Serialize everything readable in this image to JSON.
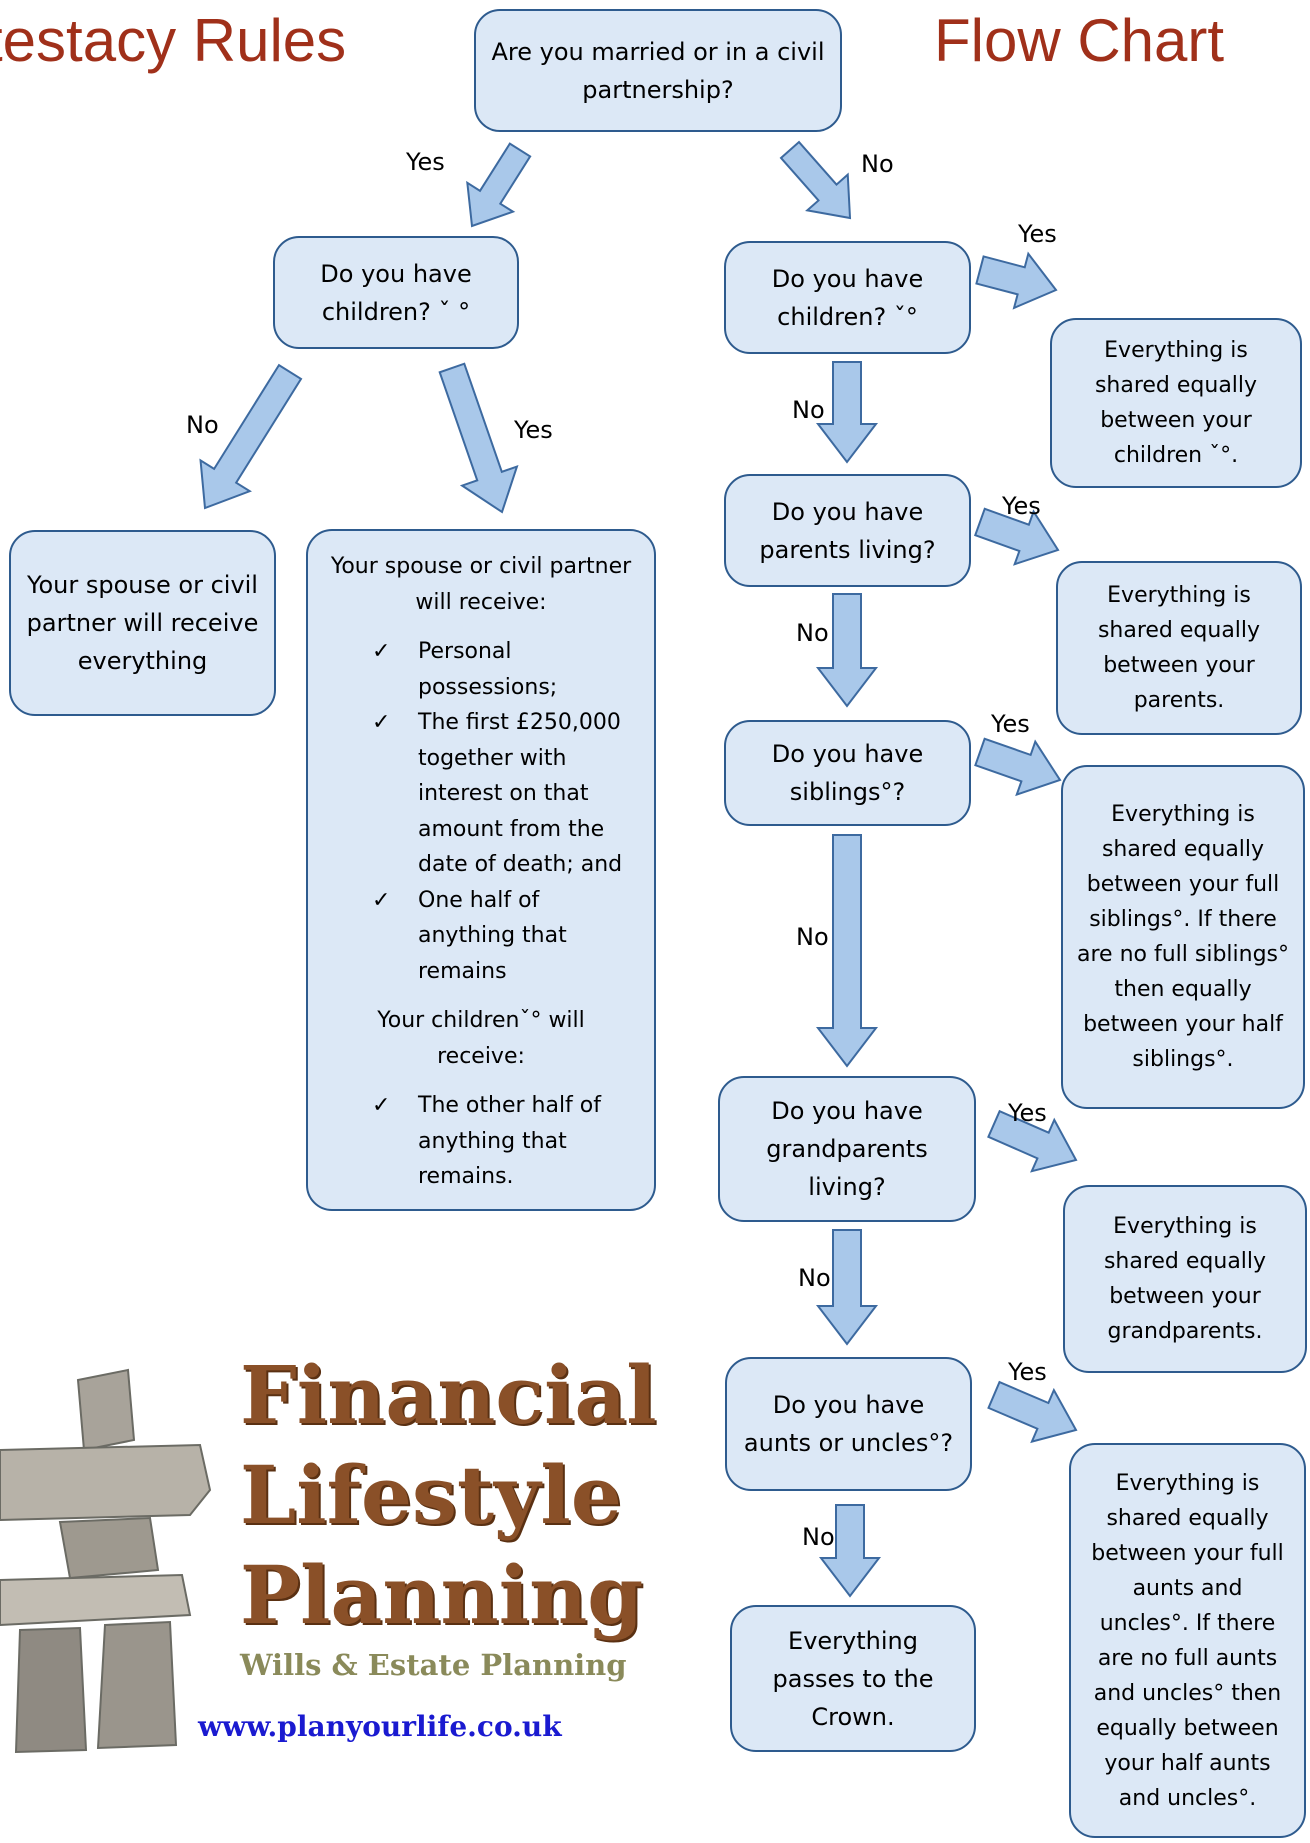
{
  "title_left": "testacy Rules",
  "title_right": "Flow Chart",
  "q_married": "Are you married or in a civil partnership?",
  "left": {
    "yes": "Yes",
    "q_children": "Do you have children? ˇ °",
    "no": "No",
    "yes2": "Yes",
    "spouse_all": "Your spouse or civil partner will receive everything",
    "detail": {
      "head": "Your spouse or civil partner will receive:",
      "items": [
        "Personal possessions;",
        "The first £250,000 together with interest on that amount from the date of death; and",
        "One half of anything that remains"
      ],
      "head2": "Your childrenˇ° will receive:",
      "items2": [
        "The other half of anything that remains."
      ]
    }
  },
  "right": {
    "no": "No",
    "steps": [
      {
        "q": "Do you have children? ˇ°",
        "yes": "Yes",
        "res": "Everything is shared equally between your children ˇ°.",
        "no": "No"
      },
      {
        "q": "Do you have parents living?",
        "yes": "Yes",
        "res": "Everything is shared equally between your parents.",
        "no": "No"
      },
      {
        "q": "Do you have siblings°?",
        "yes": "Yes",
        "res": "Everything is shared equally between your full siblings°. If there are no full siblings° then equally between your half siblings°.",
        "no": "No"
      },
      {
        "q": "Do you have grandparents living?",
        "yes": "Yes",
        "res": "Everything is shared equally between your grandparents.",
        "no": "No"
      },
      {
        "q": "Do you have aunts or uncles°?",
        "yes": "Yes",
        "res": "Everything is shared equally between your full aunts and uncles°. If there are no full aunts and uncles° then equally between your half aunts and uncles°.",
        "no": "No"
      }
    ],
    "crown": "Everything passes to the Crown."
  },
  "logo": {
    "name_lines": [
      "Financial",
      "Lifestyle",
      "Planning"
    ],
    "sub": "Wills & Estate Planning",
    "url": "www.planyourlife.co.uk"
  },
  "colors": {
    "box_fill": "#dce8f6",
    "box_border": "#2e5b8e",
    "arrow_fill": "#a9c8ea",
    "title": "#a0301a"
  }
}
